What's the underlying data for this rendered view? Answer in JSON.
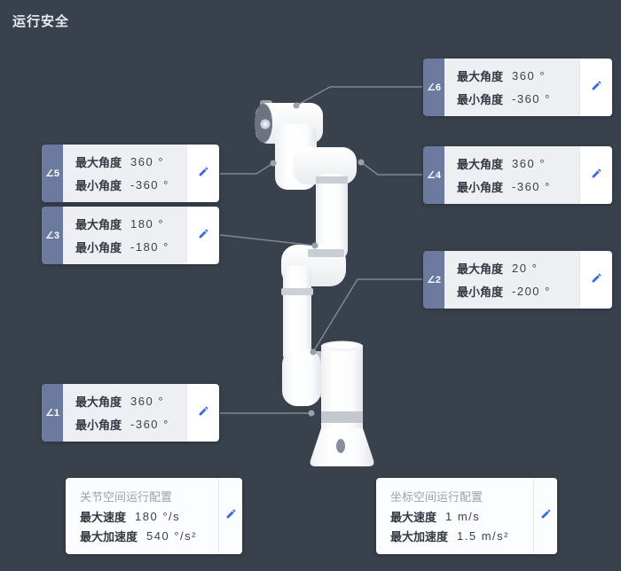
{
  "page": {
    "title": "运行安全"
  },
  "labels": {
    "max_angle": "最大角度",
    "min_angle": "最小角度",
    "max_speed": "最大速度",
    "max_accel": "最大加速度"
  },
  "joints": [
    {
      "badge": "∠6",
      "max": "360 °",
      "min": "-360 °"
    },
    {
      "badge": "∠5",
      "max": "360 °",
      "min": "-360 °"
    },
    {
      "badge": "∠4",
      "max": "360 °",
      "min": "-360 °"
    },
    {
      "badge": "∠3",
      "max": "180 °",
      "min": "-180 °"
    },
    {
      "badge": "∠2",
      "max": "20 °",
      "min": "-200 °"
    },
    {
      "badge": "∠1",
      "max": "360 °",
      "min": "-360 °"
    }
  ],
  "joint_space": {
    "title": "关节空间运行配置",
    "max_speed": "180 °/s",
    "max_accel": "540 °/s²"
  },
  "cartesian_space": {
    "title": "坐标空间运行配置",
    "max_speed": "1 m/s",
    "max_accel": "1.5 m/s²"
  },
  "icons": {
    "edit": "pencil-edit"
  },
  "colors": {
    "background": "#38414c",
    "badge": "#6b7a9e",
    "card_body": "#edeff3",
    "accent_blue": "#3a6ae0",
    "connector_line": "#7f8794",
    "connector_dot": "#99a1ad"
  }
}
